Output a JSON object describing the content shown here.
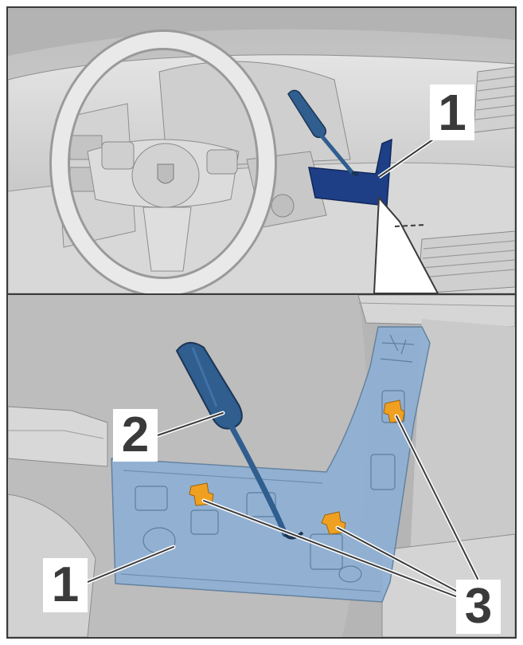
{
  "figure": {
    "top_panel": {
      "callouts": [
        {
          "id": "1",
          "text": "1"
        }
      ],
      "tool_icon": "screwdriver-icon",
      "highlighted_part_color": "#1e3f86"
    },
    "bottom_panel": {
      "callouts": [
        {
          "id": "2",
          "text": "2"
        },
        {
          "id": "1",
          "text": "1"
        },
        {
          "id": "3",
          "text": "3"
        }
      ],
      "tool_icon": "screwdriver-icon",
      "clip_icon": "retaining-clip-icon",
      "panel_color": "#8fb0d4",
      "clip_color": "#f0a020"
    }
  }
}
